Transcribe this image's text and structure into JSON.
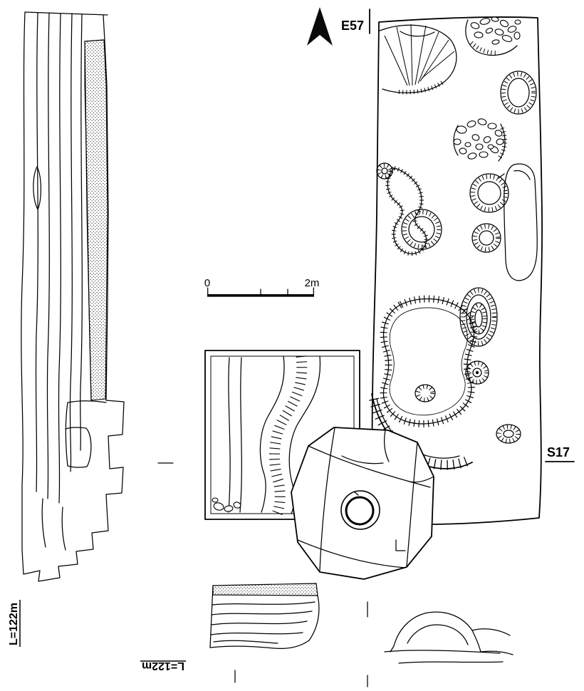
{
  "labels": {
    "grid_east": "E57",
    "grid_south": "S17",
    "level_left": "L=122m",
    "level_bottom": "L=122m"
  },
  "scale_bar": {
    "zero": "0",
    "two_m": "2m"
  },
  "colors": {
    "ink": "#000000",
    "paper": "#ffffff",
    "stipple_dot": "#333333"
  }
}
